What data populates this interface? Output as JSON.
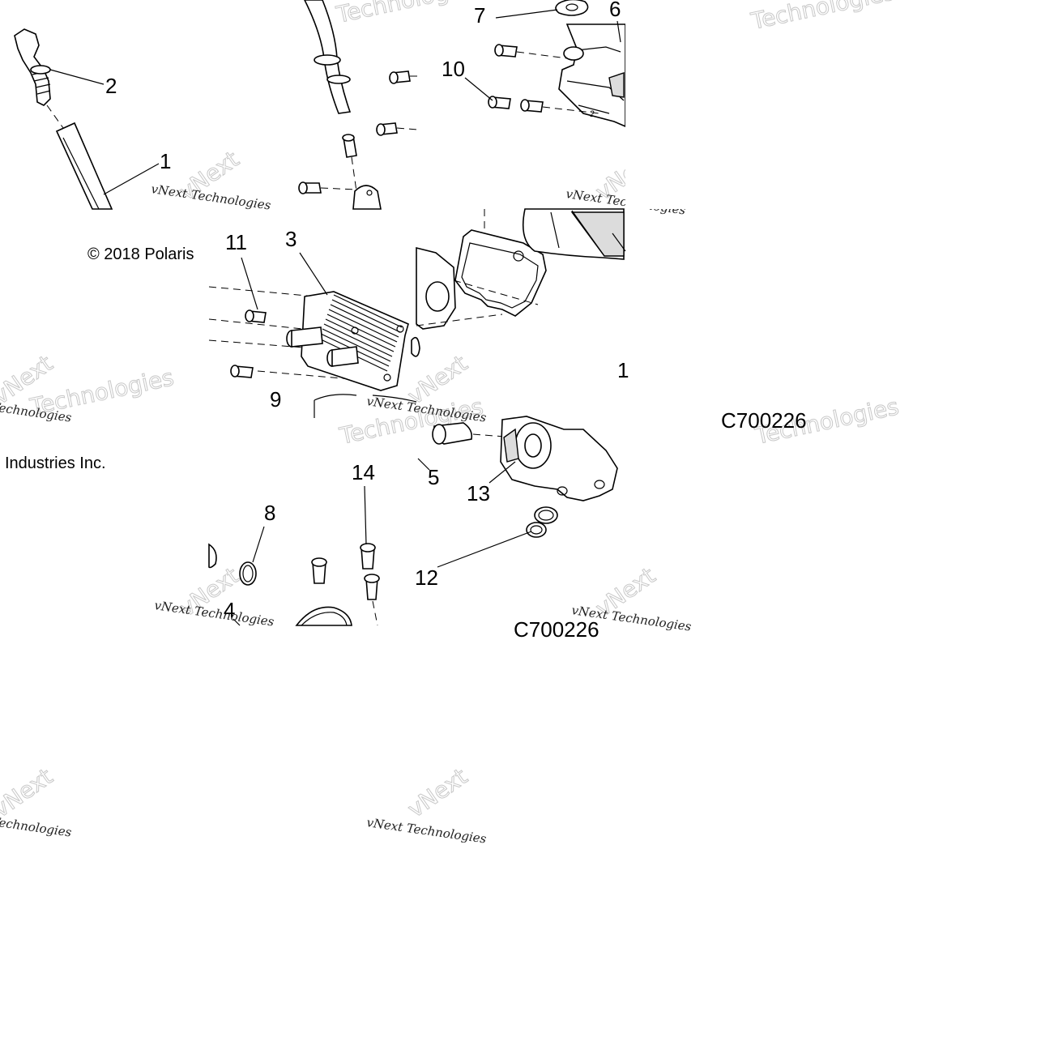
{
  "diagram": {
    "copyright_top": "© 2018 Polaris",
    "copyright_bottom": "Industries Inc.",
    "drawing_code_1": "C700226",
    "drawing_code_2": "C700226",
    "watermark_brand": "vNext",
    "watermark_word": "Technologies",
    "watermark_line": "vNext Technologies",
    "callouts": [
      "1",
      "2",
      "3",
      "4",
      "5",
      "6",
      "7",
      "8",
      "9",
      "10",
      "11",
      "12",
      "13",
      "14"
    ],
    "callout_partial_1": "1",
    "callout_partial_12": "12"
  }
}
